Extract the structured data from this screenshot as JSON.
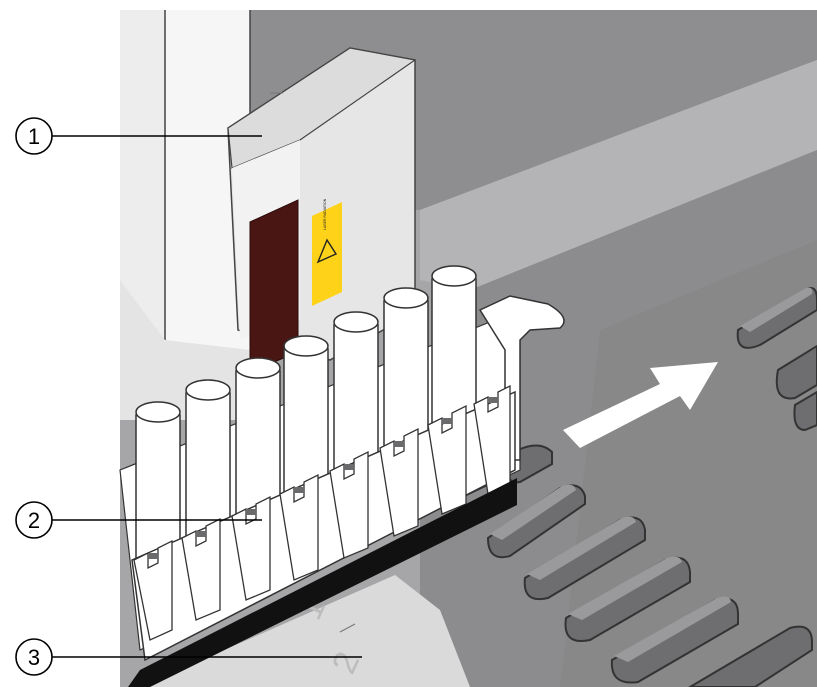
{
  "callouts": [
    {
      "number": "1",
      "target": "barcode-reader"
    },
    {
      "number": "2",
      "target": "sample-rack"
    },
    {
      "number": "3",
      "target": "rack-track"
    }
  ],
  "labels": {
    "laser_warning": "LASER RADIATION",
    "laser_warning_detail": "DO NOT STARE INTO BEAM",
    "track_number_1": "1",
    "track_number_2": "2"
  },
  "colors": {
    "deck": "#8c8c8e",
    "deck_dark": "#7a7a7c",
    "wall": "#a8a8aa",
    "reader_body": "#ededed",
    "reader_window": "#4a1614",
    "laser_label": "#ffd21a",
    "rack": "#ffffff",
    "rack_base": "#111111",
    "tube": "#ffffff",
    "slot": "#5e5e60",
    "track": "#dadada"
  }
}
